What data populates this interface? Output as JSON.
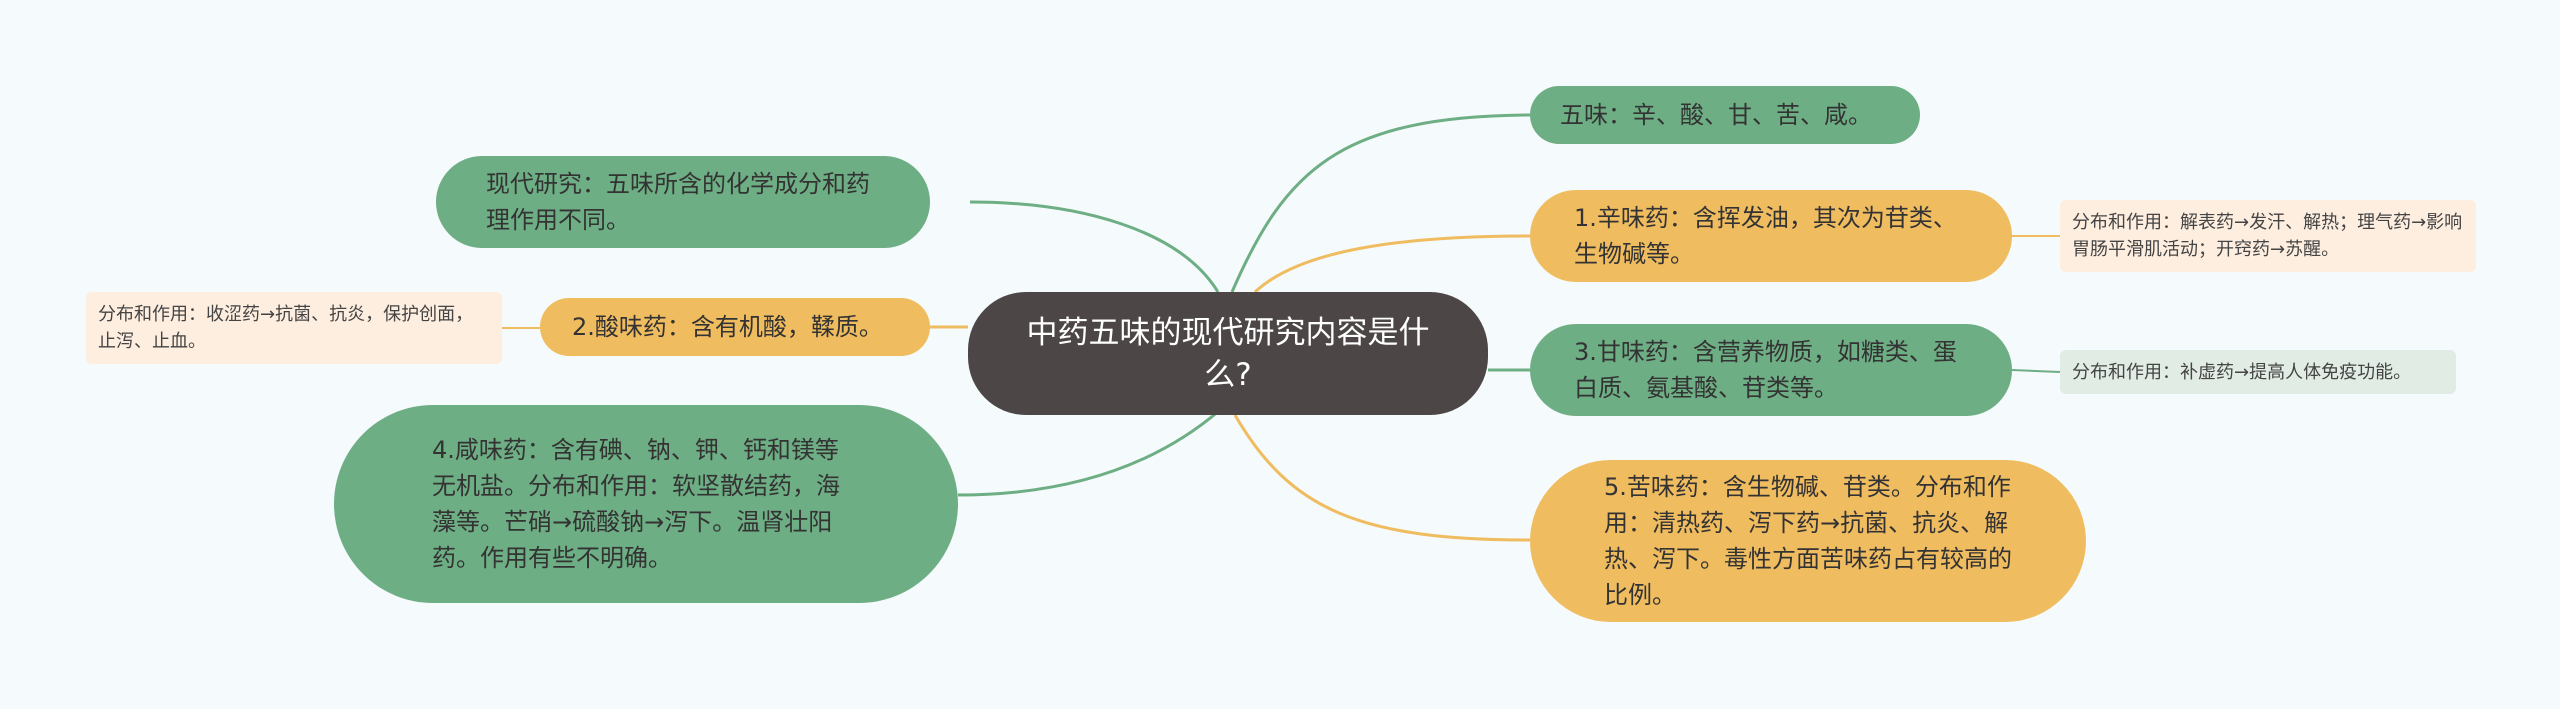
{
  "colors": {
    "background": "#f5fafc",
    "center": "#4c4646",
    "green": "#6eae84",
    "orange": "#f0bc60",
    "note_orange": "#fdeee0",
    "note_green": "#e1ece4"
  },
  "center": {
    "text": "中药五味的现代研究内容是什么?"
  },
  "right": {
    "five_flavors": "五味：辛、酸、甘、苦、咸。",
    "pungent": "1.辛味药：含挥发油，其次为苷类、生物碱等。",
    "pungent_note": "分布和作用：解表药→发汗、解热；理气药→影响胃肠平滑肌活动；开窍药→苏醒。",
    "sweet": "3.甘味药：含营养物质，如糖类、蛋白质、氨基酸、苷类等。",
    "sweet_note": "分布和作用：补虚药→提高人体免疫功能。",
    "bitter": "5.苦味药：含生物碱、苷类。分布和作用：清热药、泻下药→抗菌、抗炎、解热、泻下。毒性方面苦味药占有较高的比例。"
  },
  "left": {
    "modern": "现代研究：五味所含的化学成分和药理作用不同。",
    "sour": "2.酸味药：含有机酸，鞣质。",
    "sour_note": "分布和作用：收涩药→抗菌、抗炎，保护创面，止泻、止血。",
    "salty": "4.咸味药：含有碘、钠、钾、钙和镁等无机盐。分布和作用：软坚散结药，海藻等。芒硝→硫酸钠→泻下。温肾壮阳药。作用有些不明确。"
  }
}
